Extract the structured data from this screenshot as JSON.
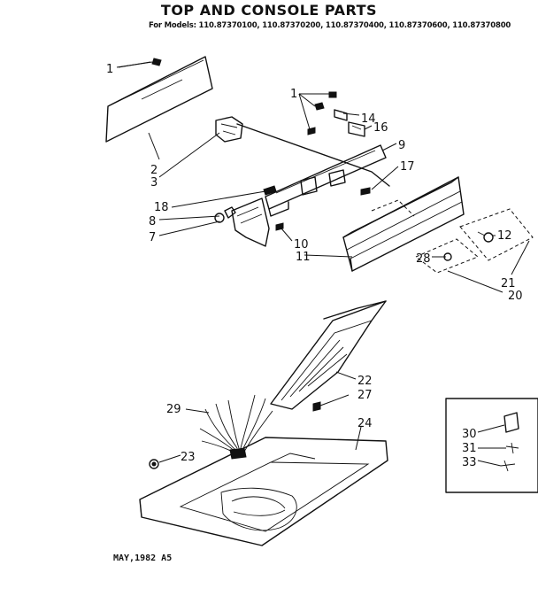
{
  "title": "TOP AND CONSOLE PARTS",
  "models_line": "For Models: 110.87370100, 110.87370200, 110.87370400, 110.87370600, 110.87370800",
  "footer": "MAY,1982  A5",
  "callouts": {
    "c1a": "1",
    "c1b": "1",
    "c2": "2",
    "c3": "3",
    "c7": "7",
    "c8": "8",
    "c9": "9",
    "c10": "10",
    "c11": "11",
    "c12": "12",
    "c14": "14",
    "c16": "16",
    "c17": "17",
    "c18": "18",
    "c20": "20",
    "c21": "21",
    "c22": "22",
    "c23": "23",
    "c24": "24",
    "c27": "27",
    "c28": "28",
    "c29": "29",
    "c30": "30",
    "c31": "31",
    "c33": "33"
  }
}
